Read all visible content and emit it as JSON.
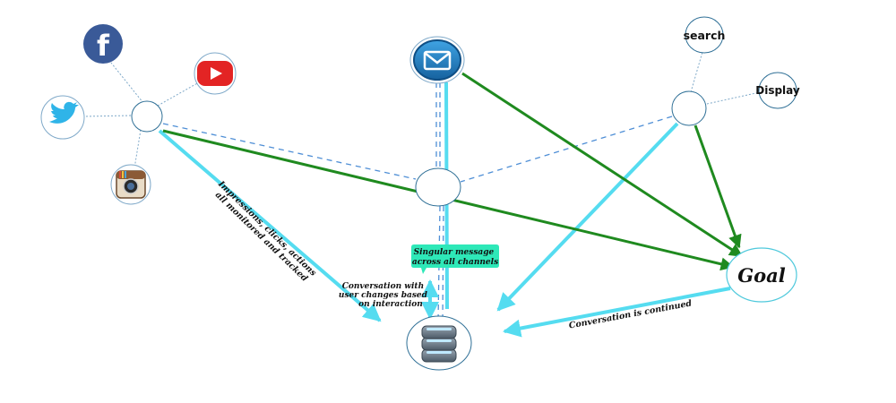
{
  "nodes": {
    "search_label": "search",
    "display_label": "Display",
    "goal_label": "Goal"
  },
  "annotations": {
    "impressions": [
      "Impressions, clicks, actions",
      "all monitored and tracked"
    ],
    "singular_message": [
      "Singular message",
      "across all channels"
    ],
    "conversation_changes": [
      "Conversation with",
      "user changes based",
      "on interaction"
    ],
    "conversation_continued": "Conversation is continued"
  },
  "icons": {
    "facebook": "facebook-icon",
    "youtube": "youtube-icon",
    "twitter": "twitter-icon",
    "instagram": "instagram-icon",
    "email": "envelope-icon",
    "database": "database-icon"
  },
  "colors": {
    "green_arrow": "#1f8a1f",
    "cyan_arrow": "#55dcf0",
    "dashed_link": "#4f8fd6",
    "dotted_link": "#7fa9c9",
    "callout_bg": "#2ee8b8",
    "facebook_blue": "#3a5a98",
    "youtube_red": "#e32424",
    "twitter_blue": "#2fb4e8",
    "email_blue": "#1f7fc4"
  }
}
